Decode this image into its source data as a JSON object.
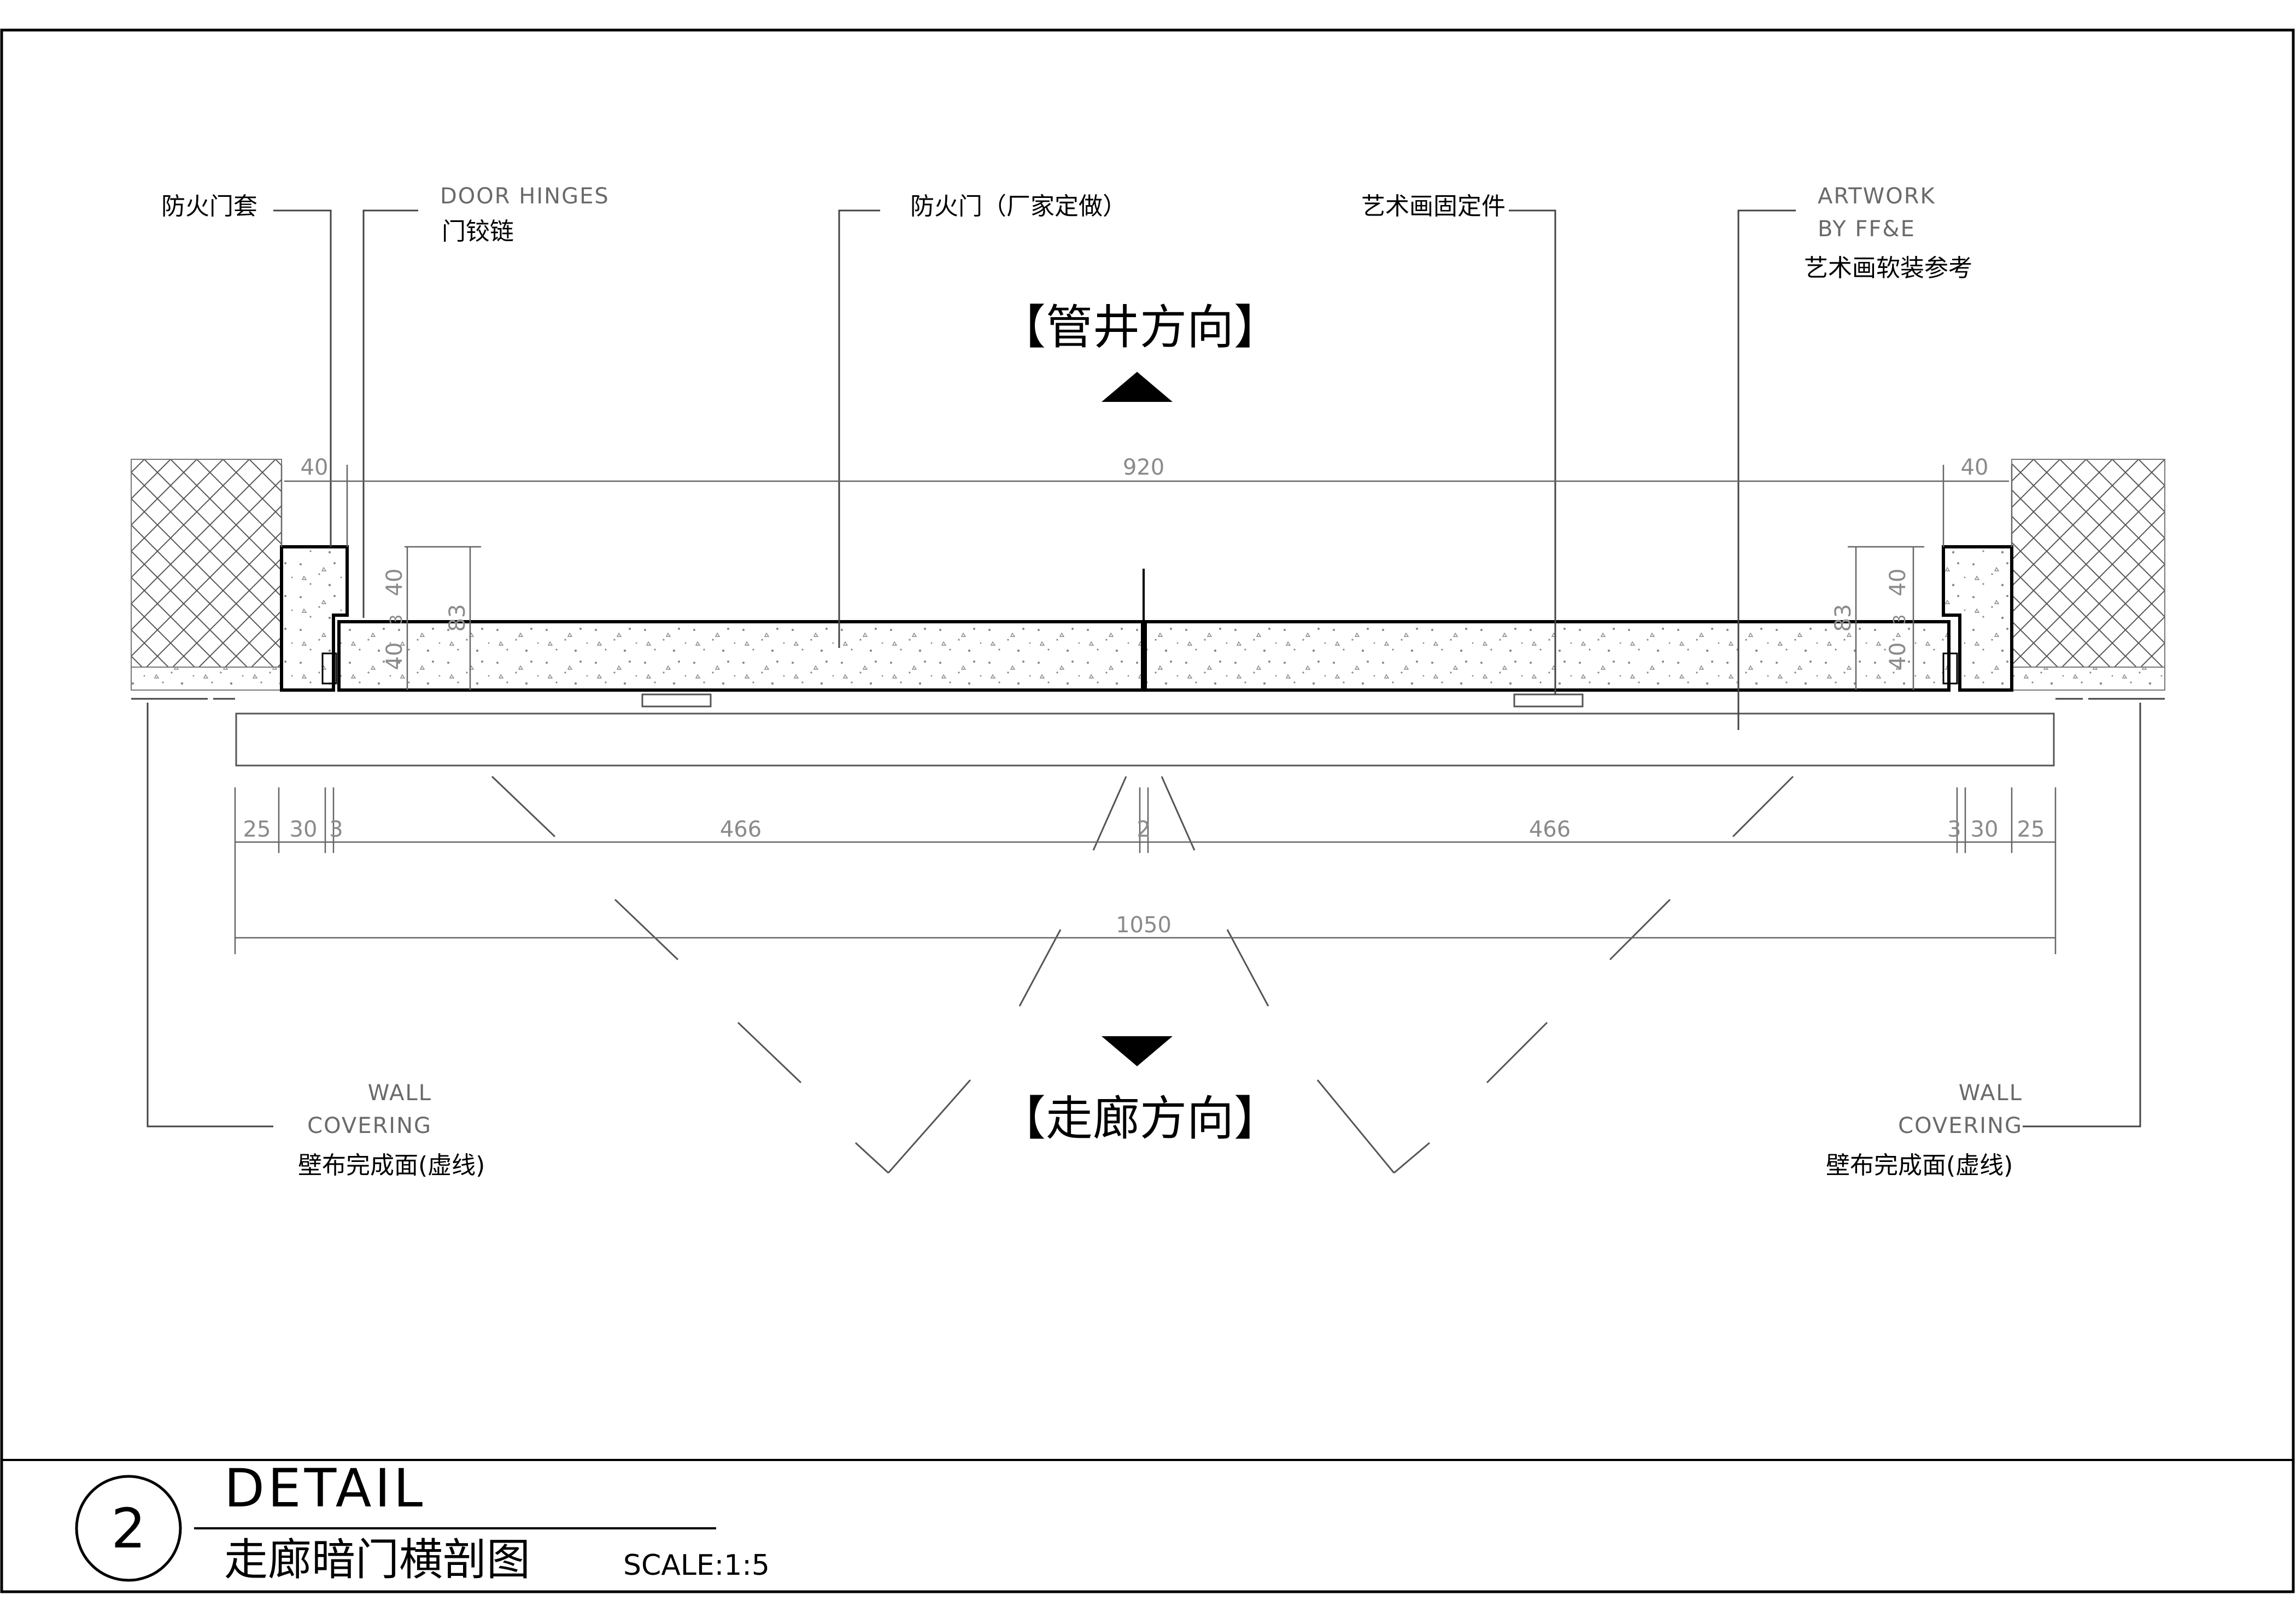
{
  "labels": {
    "fire_frame": "防火门套",
    "hinges_en": "DOOR HINGES",
    "hinges_cn": "门铰链",
    "fire_door": "防火门（厂家定做）",
    "art_fix": "艺术画固定件",
    "artwork_en1": "ARTWORK",
    "artwork_en2": "BY FF&E",
    "artwork_cn": "艺术画软装参考",
    "dir_up": "【管井方向】",
    "dir_down": "【走廊方向】",
    "wall_left_en1": "WALL",
    "wall_left_en2": "COVERING",
    "wall_left_cn": "壁布完成面(虚线)",
    "wall_right_en1": "WALL",
    "wall_right_en2": "COVERING",
    "wall_right_cn": "壁布完成面(虚线)"
  },
  "dimensions": {
    "top_left": "40",
    "top_mid": "920",
    "top_right": "40",
    "v_left_40a": "40",
    "v_left_83": "83",
    "v_left_40b": "40",
    "v_left_3": "3",
    "v_right_40a": "40",
    "v_right_83": "83",
    "v_right_40b": "40",
    "v_right_3": "3",
    "b_25_l": "25",
    "b_30_l": "30",
    "b_3_l": "3",
    "b_466_l": "466",
    "b_2": "2",
    "b_466_r": "466",
    "b_3_r": "3",
    "b_30_r": "30",
    "b_25_r": "25",
    "total": "1050"
  },
  "title_block": {
    "number": "2",
    "title": "DETAIL",
    "subtitle": "走廊暗门横剖图",
    "scale": "SCALE:1:5"
  }
}
